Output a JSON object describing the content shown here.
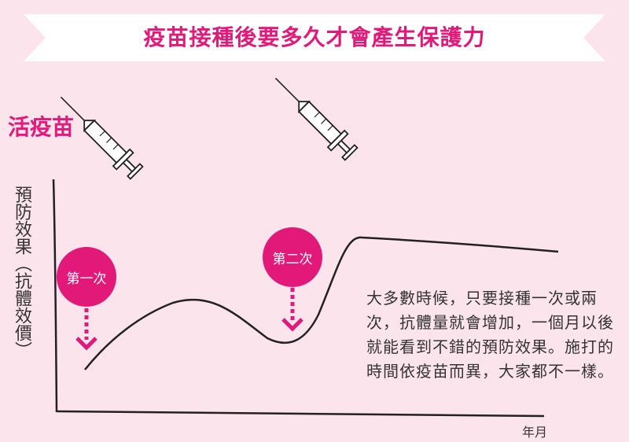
{
  "title": "疫苗接種後要多久才會產生保護力",
  "section": "活疫苗",
  "axis": {
    "ylabel": "預防效果（抗體效價）",
    "xlabel": "年月"
  },
  "doses": [
    {
      "label": "第一次"
    },
    {
      "label": "第二次"
    }
  ],
  "description": "大多數時候，只要接種一次或兩次，抗體量就會增加，一個月以後就能看到不錯的預防效果。施打的時間依疫苗而異，大家都不一樣。",
  "colors": {
    "background": "#fce4ec",
    "accent": "#e3197a",
    "ink": "#222222"
  },
  "icons": [
    "syringe-icon",
    "syringe-icon",
    "arrow-down-icon",
    "arrow-down-icon"
  ]
}
